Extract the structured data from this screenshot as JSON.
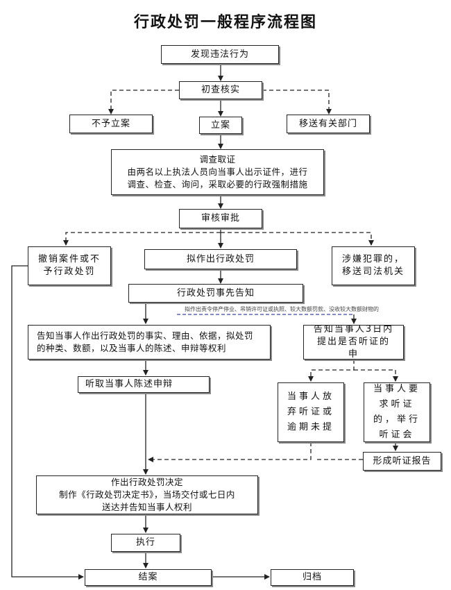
{
  "title": "行政处罚一般程序流程图",
  "nodes": {
    "discover": "发现违法行为",
    "initial_check": "初查核实",
    "no_case": "不予立案",
    "file_case": "立案",
    "transfer_dept": "移送有关部门",
    "investigate": {
      "title": "调查取证",
      "line1": "由两名以上执法人员向当事人出示证件，进行",
      "line2": "调查、检查、询问，采取必要的行政强制措施"
    },
    "review": "审核审批",
    "revoke": "撤销案件或不予行政处罚",
    "draft_penalty": "拟作出行政处罚",
    "crime_transfer": "涉嫌犯罪的，移送司法机关",
    "prior_notice": "行政处罚事先告知",
    "notify_facts": "告知当事人作出行政处罚的事实、理由、依据，拟处罚的种类、数额，以及当事人的陈述、申辩等权利",
    "notify_hearing": "告知当事人3日内提出是否听证的申",
    "hear_statement": "听取当事人陈述申辩",
    "waive_hearing": "当事人放弃听证或逾期未提",
    "request_hearing": "当事人要求听证的，举行听证会",
    "hearing_report": "形成听证报告",
    "decision": {
      "line1": "作出行政处罚决定",
      "line2": "制作《行政处罚决定书》，当场交付或七日内",
      "line3": "送达并告知当事人权利"
    },
    "execute": "执行",
    "close_case": "结案",
    "archive": "归档"
  },
  "annotation": "拟作出责令停产停业、吊销许可证或执照、较大数额罚款、没收较大数额财物的"
}
